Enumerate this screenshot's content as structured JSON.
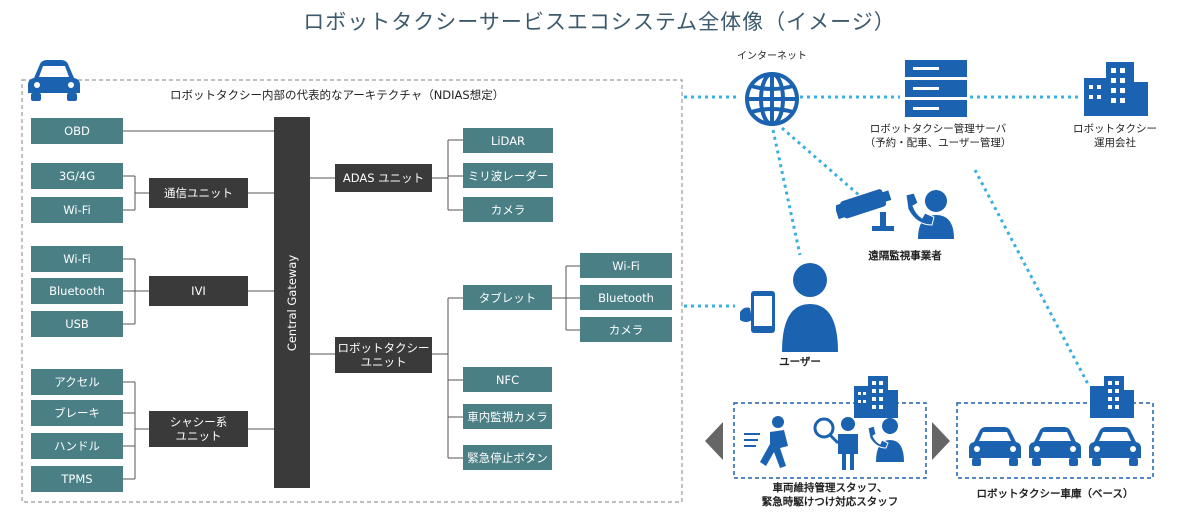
{
  "title": "ロボットタクシーサービスエコシステム全体像（イメージ）",
  "architecture": {
    "title": "ロボットタクシー内部の代表的なアーキテクチャ（NDIAS想定）",
    "gateway": "Central Gateway",
    "obd": "OBD",
    "comm_inputs": [
      "3G/4G",
      "Wi-Fi"
    ],
    "comm_unit": "通信ユニット",
    "ivi_inputs": [
      "Wi-Fi",
      "Bluetooth",
      "USB"
    ],
    "ivi": "IVI",
    "chassis_inputs": [
      "アクセル",
      "ブレーキ",
      "ハンドル",
      "TPMS"
    ],
    "chassis_unit": "シャシー系\nユニット",
    "adas_unit": "ADAS ユニット",
    "adas_sensors": [
      "LiDAR",
      "ミリ波レーダー",
      "カメラ"
    ],
    "robotaxi_unit": "ロボットタクシー\nユニット",
    "tablet": "タブレット",
    "tablet_items": [
      "Wi-Fi",
      "Bluetooth",
      "カメラ"
    ],
    "robotaxi_items": [
      "NFC",
      "車内監視カメラ",
      "緊急停止ボタン"
    ]
  },
  "ecosystem": {
    "internet": "インターネット",
    "server": "ロボットタクシー管理サーバ\n（予約・配車、ユーザー管理）",
    "operator": "ロボットタクシー\n運用会社",
    "monitor": "遠隔監視事業者",
    "user": "ユーザー",
    "staff": "車両維持管理スタッフ、\n緊急時駆けつけ対応スタッフ",
    "depot": "ロボットタクシー車庫（ベース）"
  },
  "colors": {
    "teal": "#4a7f86",
    "dark": "#3a3a3a",
    "blue": "#1b62b0",
    "dotted": "#3ab0dc",
    "title": "#3d5a6c"
  }
}
